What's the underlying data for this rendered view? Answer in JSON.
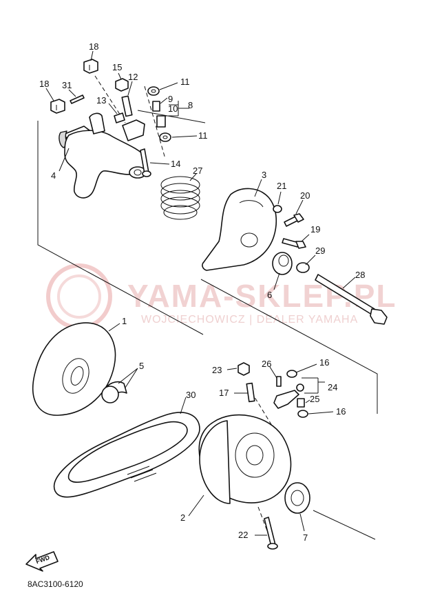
{
  "watermark": {
    "name": "YAMA-SKLEP.PL",
    "subtitle": "WOJCIECHOWICZ | DEALER YAMAHA"
  },
  "diagram_code": "8AC3100-6120",
  "fwd_label": "FWD",
  "callouts": {
    "c1": "1",
    "c2": "2",
    "c3": "3",
    "c4": "4",
    "c5": "5",
    "c6": "6",
    "c7": "7",
    "c8": "8",
    "c9": "9",
    "c10": "10",
    "c11a": "11",
    "c11b": "11",
    "c12": "12",
    "c13": "13",
    "c14": "14",
    "c15": "15",
    "c16a": "16",
    "c16b": "16",
    "c17": "17",
    "c18a": "18",
    "c18b": "18",
    "c19": "19",
    "c20": "20",
    "c21": "21",
    "c22": "22",
    "c23": "23",
    "c24": "24",
    "c25": "25",
    "c26": "26",
    "c27": "27",
    "c28": "28",
    "c29": "29",
    "c30": "30",
    "c31": "31"
  }
}
